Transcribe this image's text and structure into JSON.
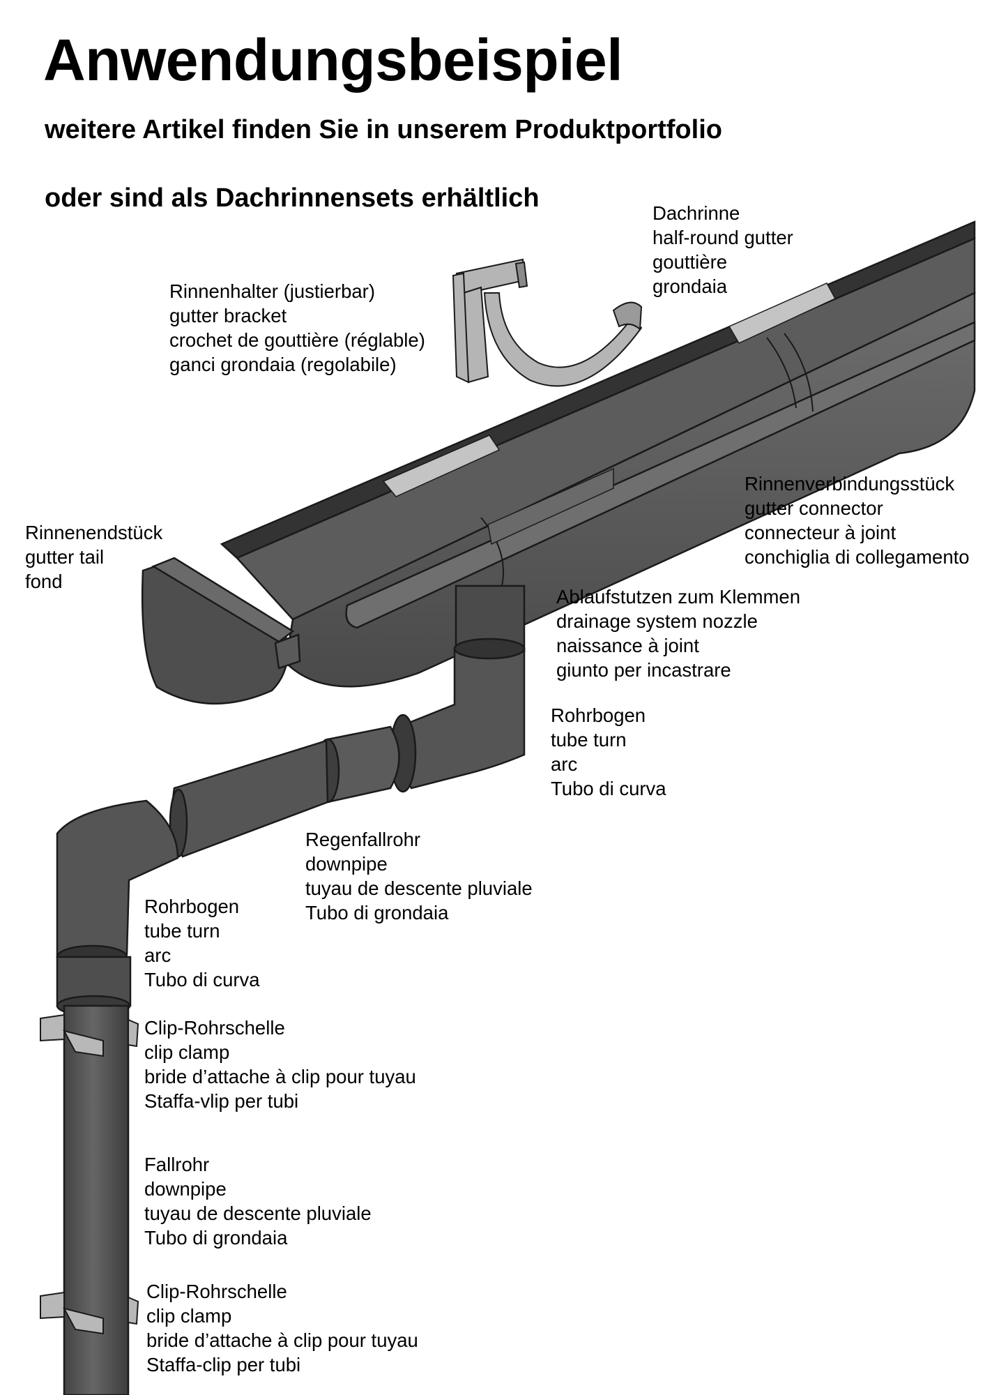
{
  "header": {
    "title": "Anwendungsbeispiel",
    "subtitle_1": "weitere Artikel finden Sie in unserem Produktportfolio",
    "subtitle_2": "oder sind als Dachrinnensets erhältlich"
  },
  "labels": {
    "dachrinne": [
      "Dachrinne",
      "half-round gutter",
      "gouttière",
      "grondaia"
    ],
    "rinnenhalter": [
      "Rinnenhalter (justierbar)",
      "gutter bracket",
      "crochet de gouttière (réglable)",
      "ganci grondaia (regolabile)"
    ],
    "rinnenendstueck": [
      "Rinnenendstück",
      "gutter tail",
      "fond"
    ],
    "rinnenverbindungsstueck": [
      "Rinnenverbindungsstück",
      "gutter connector",
      "connecteur à joint",
      "conchiglia di collegamento"
    ],
    "ablaufstutzen": [
      "Ablaufstutzen zum Klemmen",
      "drainage system nozzle",
      "naissance à joint",
      "giunto per incastrare"
    ],
    "rohrbogen_top": [
      "Rohrbogen",
      "tube turn",
      "arc",
      "Tubo di curva"
    ],
    "regenfallrohr": [
      "Regenfallrohr",
      "downpipe",
      "tuyau de descente pluviale",
      "Tubo di grondaia"
    ],
    "rohrbogen_bottom": [
      "Rohrbogen",
      "tube turn",
      "arc",
      "Tubo di curva"
    ],
    "clip_rohrschelle_1": [
      "Clip-Rohrschelle",
      "clip clamp",
      "bride d’attache à clip pour tuyau",
      "Staffa-vlip per tubi"
    ],
    "fallrohr": [
      "Fallrohr",
      "downpipe",
      "tuyau de descente pluviale",
      "Tubo di grondaia"
    ],
    "clip_rohrschelle_2": [
      "Clip-Rohrschelle",
      "clip clamp",
      "bride d’attache à clip pour tuyau",
      "Staffa-clip per tubi"
    ]
  },
  "colors": {
    "pipe_body": "#555555",
    "pipe_dark": "#333333",
    "pipe_light": "#6a6a6a",
    "bracket": "#b5b5b5",
    "outline": "#1a1a1a"
  }
}
